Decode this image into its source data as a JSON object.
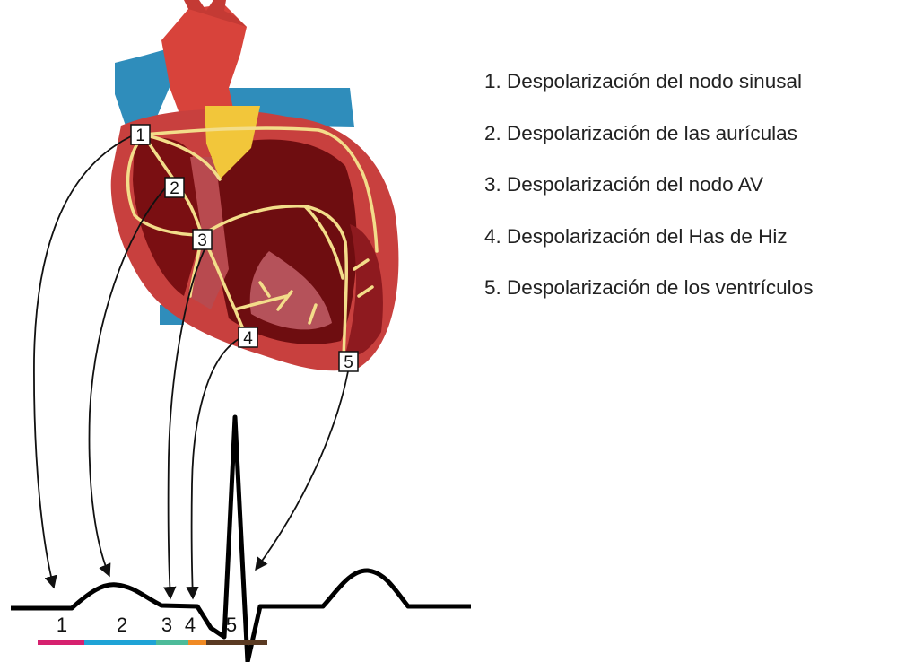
{
  "legend": {
    "items": [
      {
        "number": "1",
        "text": "1. Despolarización del nodo sinusal"
      },
      {
        "number": "2",
        "text": "2. Despolarización de las aurículas"
      },
      {
        "number": "3",
        "text": "3. Despolarización del nodo AV"
      },
      {
        "number": "4",
        "text": "4. Despolarización del Has de Hiz"
      },
      {
        "number": "5",
        "text": "5. Despolarización de los ventrículos"
      }
    ]
  },
  "heart_markers": [
    "1",
    "2",
    "3",
    "4",
    "5"
  ],
  "ecg_segments": [
    {
      "label": "1",
      "color": "#d6216f"
    },
    {
      "label": "2",
      "color": "#1fa3d6"
    },
    {
      "label": "3",
      "color": "#4dbb9a"
    },
    {
      "label": "4",
      "color": "#f08a24"
    },
    {
      "label": "5",
      "color": "#5a3a22"
    }
  ],
  "colors": {
    "heart_outer": "#c8403e",
    "heart_dark": "#7a0f12",
    "heart_inner": "#b84a4f",
    "conduction": "#f3dd8a",
    "vein_blue": "#2f8dbb",
    "aorta_red": "#d8433b",
    "ecg_line": "#000000"
  }
}
